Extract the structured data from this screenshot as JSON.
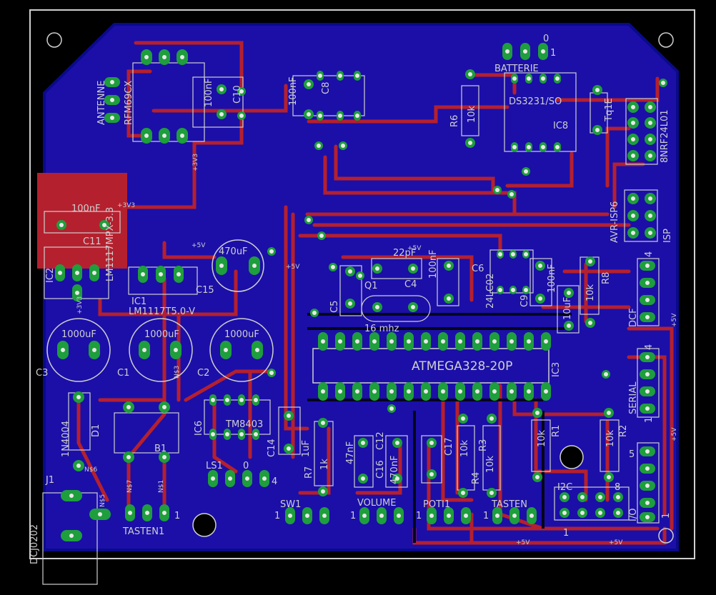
{
  "labels": {
    "antenne": "ANTENNE",
    "rfm": "RFM69CX",
    "cap10": "C10",
    "cap100nf_c10": "100nF",
    "cap100nf_c8": "100nF",
    "c8": "C8",
    "batterie": "BATTERIE",
    "batt0": "0",
    "batt1": "1",
    "ds3231": "DS3231/SO",
    "ic8": "IC8",
    "r6": "R6",
    "r6v": "10k",
    "tqle": "Tq1E",
    "nrf": "NRF24L01",
    "nrf8": "8",
    "c11v": "100nF",
    "c11": "C11",
    "lm3v3": "LM1117MPX-3.3",
    "ic2": "IC2",
    "ic1": "IC1",
    "lm50": "LM1117T5.0-V",
    "c15": "C15",
    "c470": "470uF",
    "c22pf": "22pF",
    "c4": "C4",
    "c5": "C5",
    "q1": "Q1",
    "mhz": "16 mhz",
    "c100nf_c9": "100nF",
    "c9": "C9",
    "c100nf_c6": "100nF",
    "c6": "C6",
    "c10uf": "10uF",
    "tfl": "24LC02",
    "avrisp": "AVR-ISP6",
    "isp": "ISP",
    "r8": "R8",
    "r8v": "10k",
    "dcf": "DCF",
    "dcf4": "4",
    "c3v": "1000uF",
    "c1v": "1000uF",
    "c2v": "1000uF",
    "c3": "C3",
    "c1": "C1",
    "c2": "C2",
    "atmega": "ATMEGA328-20P",
    "ic3": "IC3",
    "serial": "SERIAL",
    "serial1": "1",
    "serial4": "4",
    "d1": "D1",
    "d1v": "1N4004",
    "b1": "B1",
    "ic6": "IC6",
    "tm": "TM8403",
    "c14": "C14",
    "c14v": "1uF",
    "r7": "R7",
    "r7v": "1k",
    "c16": "C16",
    "c16v": "47nF",
    "c12": "C12",
    "c12v": "470nF",
    "c17": "C17",
    "r4": "R4",
    "r4v": "10k",
    "r3": "R3",
    "r3v": "10k",
    "r1": "R1",
    "r1v": "10k",
    "r2": "R2",
    "r2v": "10k",
    "i2c": "I2C",
    "i2c8": "8",
    "i2c1": "1",
    "io": "I/O",
    "io5": "5",
    "io1": "1",
    "ls1": "LS1",
    "ls0": "0",
    "ls4": "4",
    "tasten1": "TASTEN1",
    "tasten1n": "1",
    "sw1": "SW1",
    "sw1a": "1",
    "volume": "VOLUME",
    "vol1": "1",
    "poti1": "POTI1",
    "poti1a": "1",
    "tasten": "TASTEN",
    "tasten1b": "1",
    "j1": "J1",
    "dcj": "DCJ0202",
    "p5v_a": "+5V",
    "p5v_b": "+5V",
    "p5v_c": "+5V",
    "p5v_d": "+5V",
    "p5v_e": "+5V",
    "p5v_f": "+5V",
    "p5v_g": "+5V",
    "p3v3_a": "+3V3",
    "p3v3_b": "+3V3",
    "p3v3_c": "+3V3",
    "n1": "N$1",
    "n3": "N$3",
    "n7": "N$7",
    "n6": "N$6",
    "n5": "N$5",
    "pin1": "1",
    "pin0": "0"
  },
  "colors": {
    "board": "#1b0fa8",
    "copper_top": "#b5202e",
    "pad": "#1e9e3c",
    "silk": "#cfcfcf",
    "outline": "#0a0a0a",
    "blank": "#000000"
  }
}
